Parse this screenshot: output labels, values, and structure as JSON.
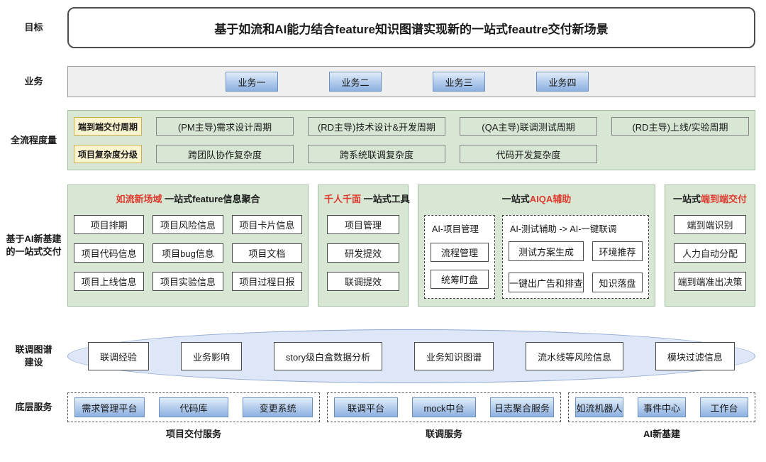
{
  "colors": {
    "accent_red": "#e03a2f",
    "panel_green": "#d7e7d3",
    "tag_yellow": "#fcf3cf",
    "ellipse_blue": "#dde7f7",
    "button_blue_border": "#6a8fc0"
  },
  "side": {
    "goal": "目标",
    "business": "业务",
    "metrics": "全流程度量",
    "delivery_line1": "基于AI新基建",
    "delivery_line2": "的一站式交付",
    "graph_line1": "联调图谱",
    "graph_line2": "建设",
    "services": "底层服务"
  },
  "title": "基于如流和AI能力结合feature知识图谱实现新的一站式feautre交付新场景",
  "business": {
    "items": [
      "业务一",
      "业务二",
      "业务三",
      "业务四"
    ]
  },
  "metrics": {
    "row1_tag": "端到端交付周期",
    "row1_items": [
      "(PM主导)需求设计周期",
      "(RD主导)技术设计&开发周期",
      "(QA主导)联调测试周期",
      "(RD主导)上线/实验周期"
    ],
    "row2_tag": "项目复杂度分级",
    "row2_items": [
      "跨团队协作复杂度",
      "跨系统联调复杂度",
      "代码开发复杂度"
    ]
  },
  "delivery": {
    "panel1": {
      "title_red": "如流新场域",
      "title_black": " 一站式feature信息聚合",
      "items": [
        "项目排期",
        "项目风险信息",
        "项目卡片信息",
        "项目代码信息",
        "项目bug信息",
        "项目文档",
        "项目上线信息",
        "项目实验信息",
        "项目过程日报"
      ]
    },
    "panel2": {
      "title_red": "千人千面",
      "title_black": " 一站式工具",
      "items": [
        "项目管理",
        "研发提效",
        "联调提效"
      ]
    },
    "panel3": {
      "title_black": "一站式",
      "title_red": "AIQA辅助",
      "sub1": {
        "title": "AI-项目管理",
        "items": [
          "流程管理",
          "统筹盯盘"
        ]
      },
      "sub2": {
        "title": "AI-测试辅助 -> AI-一键联调",
        "items": [
          "测试方案生成",
          "环境推荐",
          "一键出广告和排查",
          "知识落盘"
        ]
      }
    },
    "panel4": {
      "title_black": "一站式",
      "title_red": "端到端交付",
      "items": [
        "端到端识别",
        "人力自动分配",
        "端到端准出决策"
      ]
    }
  },
  "graph": {
    "items": [
      "联调经验",
      "业务影响",
      "story级白盒数据分析",
      "业务知识图谱",
      "流水线等风险信息",
      "模块过滤信息"
    ]
  },
  "services": {
    "groups": [
      {
        "label": "项目交付服务",
        "items": [
          "需求管理平台",
          "代码库",
          "变更系统"
        ]
      },
      {
        "label": "联调服务",
        "items": [
          "联调平台",
          "mock中台",
          "日志聚合服务"
        ]
      },
      {
        "label": "AI新基建",
        "items": [
          "如流机器人",
          "事件中心",
          "工作台"
        ]
      }
    ]
  }
}
